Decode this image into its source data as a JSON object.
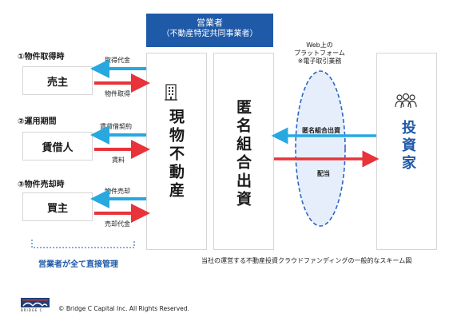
{
  "header": {
    "title": "営業者",
    "subtitle": "（不動産特定共同事業者）"
  },
  "steps": [
    {
      "label": "①物件取得時",
      "party": "売主",
      "top_arrow_label": "取得代金",
      "bottom_arrow_label": "物件取得"
    },
    {
      "label": "②運用期間",
      "party": "賃借人",
      "top_arrow_label": "賃貸借契約",
      "bottom_arrow_label": "賃料"
    },
    {
      "label": "③物件売却時",
      "party": "買主",
      "top_arrow_label": "物件売却",
      "bottom_arrow_label": "売却代金"
    }
  ],
  "brace_label": "営業者が全て直接管理",
  "property_label": "現物不動産",
  "partnership_label": "匿名組合出資",
  "web_platform": {
    "line1": "Web上の",
    "line2": "プラットフォーム",
    "line3": "※電子取引業務"
  },
  "investor_arrows": {
    "top": "匿名組合出資",
    "bottom": "配当"
  },
  "investor_label": "投資家",
  "caption": "当社の運営する不動産投資クラウドファンディングの一般的なスキーム図",
  "copyright": "© Bridge C Capital Inc. All Rights Reserved.",
  "logo_text": "BRIDGE C",
  "colors": {
    "brand_blue": "#1f5aa8",
    "arrow_blue": "#28a8e0",
    "arrow_red": "#e8333a",
    "ellipse_blue": "#2a66c4"
  },
  "icons": {
    "building": "building-icon",
    "investors": "people-icon"
  }
}
